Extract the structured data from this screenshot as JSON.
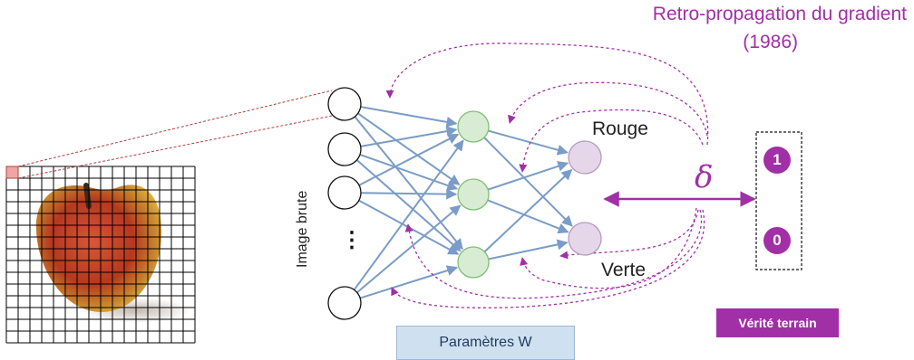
{
  "title": {
    "line1": "Retro-propagation du gradient",
    "line2": "(1986)"
  },
  "labels": {
    "input_layer": "Image brute",
    "output_top": "Rouge",
    "output_bottom": "Verte",
    "parameters": "Paramètres W",
    "ground_truth": "Vérité terrain",
    "delta_symbol": "δ",
    "ellipsis": "⋮"
  },
  "ground_truth_values": [
    "1",
    "0"
  ],
  "colors": {
    "accent_purple": "#a12fa6",
    "arrow_blue": "#7a9cc6",
    "hidden_node_fill": "#d7ecd3",
    "hidden_node_stroke": "#7fbf72",
    "output_node_fill": "#e6d6ea",
    "output_node_stroke": "#b49bbd",
    "grid_line": "#000000",
    "projection_line": "#b0413e",
    "param_box_fill": "#cfe0f0"
  },
  "icons": [
    "apple-image",
    "pixel-grid",
    "neuron-nodes",
    "dashed-feedback-arrows",
    "double-arrow"
  ]
}
